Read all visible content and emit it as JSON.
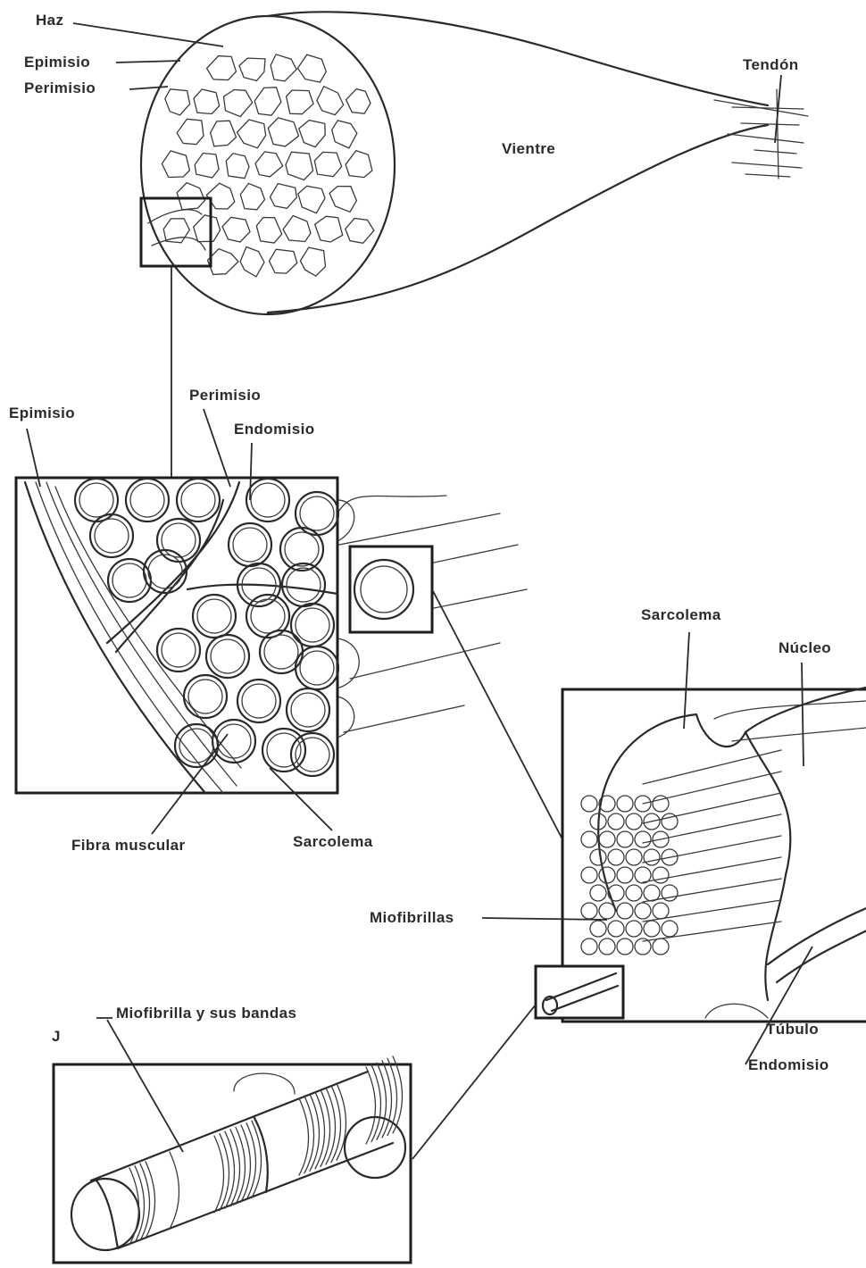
{
  "labels": {
    "haz": "Haz",
    "epimisio_top": "Epimisio",
    "perimisio_top": "Perimisio",
    "tendon": "Tendón",
    "vientre": "Vientre",
    "epimisio_mid": "Epimisio",
    "perimisio_mid": "Perimisio",
    "endomisio_mid": "Endomisio",
    "fibra_muscular": "Fibra muscular",
    "sarcolema_mid": "Sarcolema",
    "sarcolema_right": "Sarcolema",
    "nucleo": "Núcleo",
    "miofibrillas": "Miofibrillas",
    "tubulo": "Túbulo",
    "endomisio_right": "Endomisio",
    "panel_letter": "J",
    "miofibrilla_bandas": "Miofibrilla y sus bandas"
  },
  "colors": {
    "ink": "#2a2a2a",
    "paper": "#ffffff"
  }
}
